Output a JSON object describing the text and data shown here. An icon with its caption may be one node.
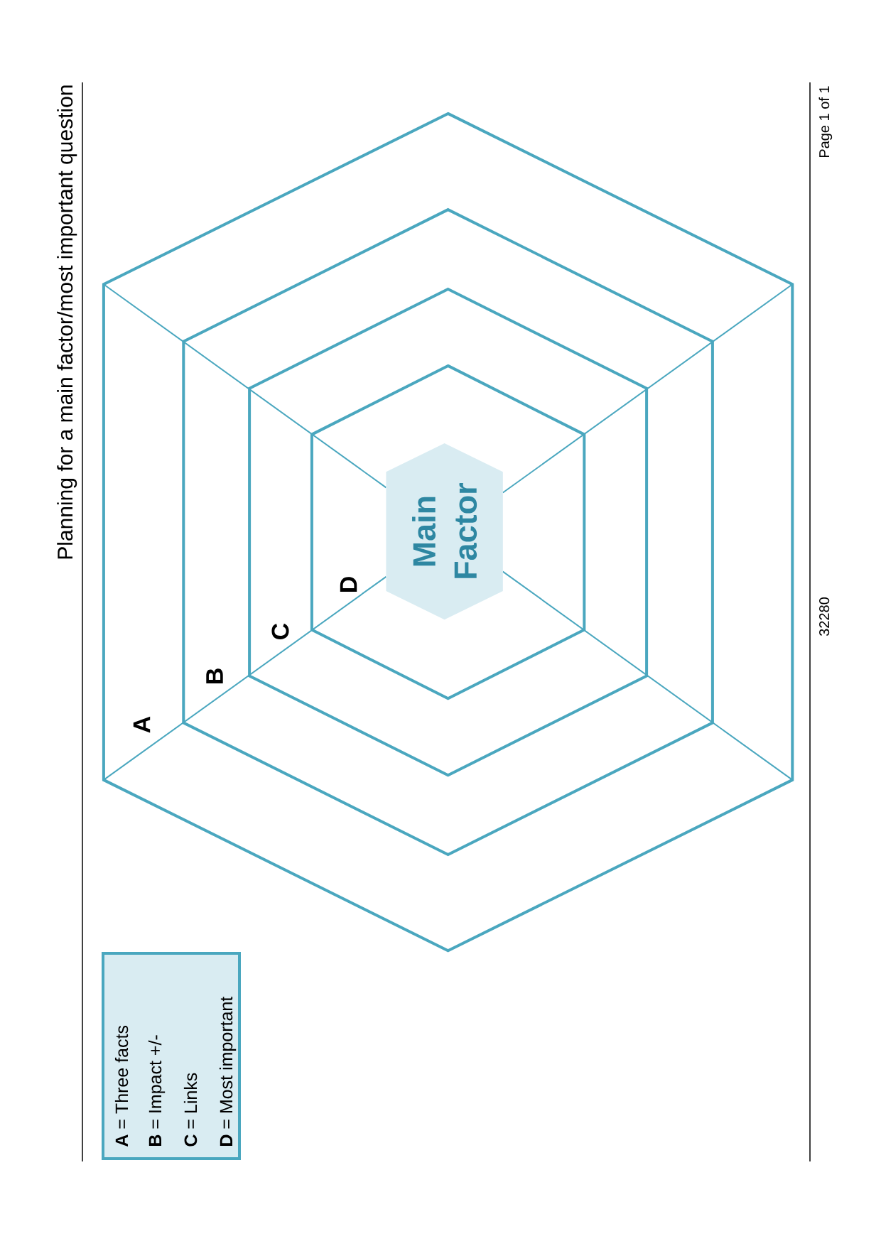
{
  "diagram": {
    "title": "Planning for a main factor/most important question",
    "nodes": [
      {
        "text": [],
        "shape": "hexagon"
      },
      {
        "text": [],
        "shape": "hexagon",
        "in": 0
      },
      {
        "text": [],
        "shape": "hexagon",
        "in": 1
      },
      {
        "text": [],
        "shape": "hexagon",
        "in": 2
      },
      {
        "text": [
          "Main Factor"
        ],
        "in": 3
      },
      {
        "text": [
          "**A** = Three facts",
          "**B** = Impact +/-",
          "**C** = Links",
          "**D** = Most important"
        ]
      }
    ],
    "labels": [
      "A",
      "B",
      "C",
      "D",
      "32280",
      "Page 1 of 1"
    ]
  }
}
